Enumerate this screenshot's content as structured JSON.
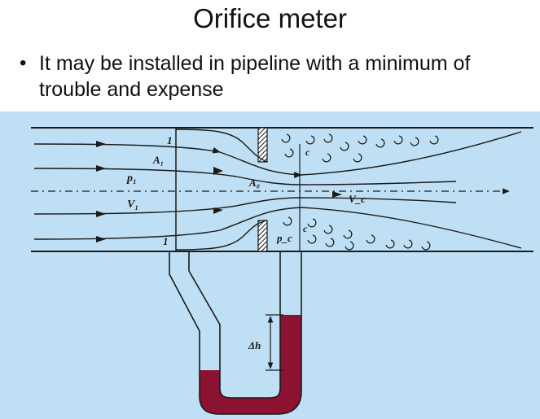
{
  "slide": {
    "title": "Orifice meter",
    "bullet": "It may be installed in pipeline with a minimum of trouble and expense"
  },
  "diagram": {
    "labels": {
      "section_top": "1",
      "section_bottom": "1",
      "area_1": "A₁",
      "pressure_1": "p₁",
      "velocity_1": "V₁",
      "orifice_area": "A₀",
      "vena_contracta_top": "c",
      "vena_contracta_bottom": "c",
      "velocity_c": "V_c",
      "pressure_c": "p_c",
      "head_difference": "Δh"
    },
    "colors": {
      "background": "#bfe0f4",
      "manometer_fluid": "#8b1230",
      "lines": "#1a1a1a"
    }
  }
}
